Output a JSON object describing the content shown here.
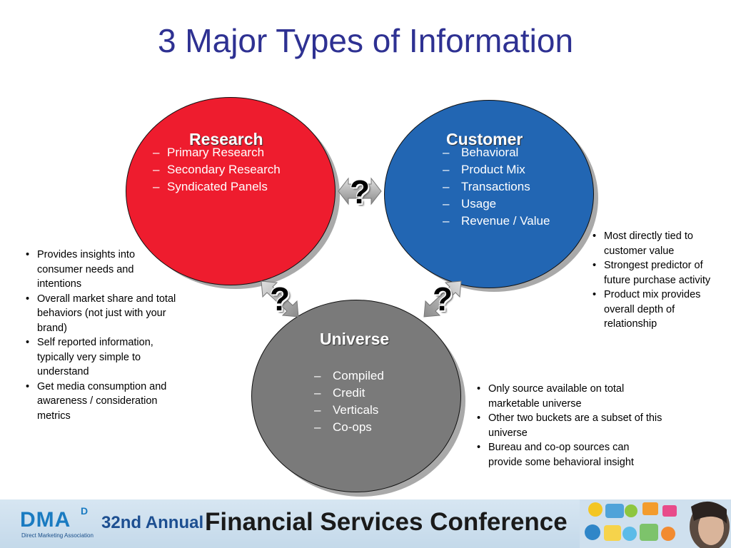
{
  "title": "3 Major Types of Information",
  "circles": {
    "research": {
      "title": "Research",
      "items": [
        "Primary Research",
        "Secondary Research",
        "Syndicated Panels"
      ]
    },
    "customer": {
      "title": "Customer",
      "items": [
        "Behavioral",
        "Product Mix",
        "Transactions",
        "Usage",
        "Revenue / Value"
      ]
    },
    "universe": {
      "title": "Universe",
      "items": [
        "Compiled",
        "Credit",
        "Verticals",
        "Co-ops"
      ]
    }
  },
  "connectors": {
    "research_customer": "?",
    "research_universe": "?",
    "customer_universe": "?"
  },
  "notes": {
    "research": [
      "Provides insights into consumer needs and intentions",
      "Overall market share and total behaviors (not just with your brand)",
      "Self reported information, typically very simple to understand",
      "Get media consumption and awareness / consideration metrics"
    ],
    "customer": [
      "Most directly tied to customer value",
      "Strongest predictor of future purchase activity",
      "Product mix provides overall depth of relationship"
    ],
    "universe": [
      "Only source available on total marketable universe",
      "Other two buckets are a subset of this universe",
      "Bureau and co-op sources can provide some behavioral insight"
    ]
  },
  "footer": {
    "logo": "DMA",
    "logo_sup": "D",
    "logo_tagline": "Direct Marketing Association",
    "annual": "32nd Annual",
    "conference": "Financial Services Conference"
  },
  "colors": {
    "title": "#2e3192",
    "research": "#ee1c2e",
    "customer": "#2266b3",
    "universe": "#7a7a7a"
  }
}
